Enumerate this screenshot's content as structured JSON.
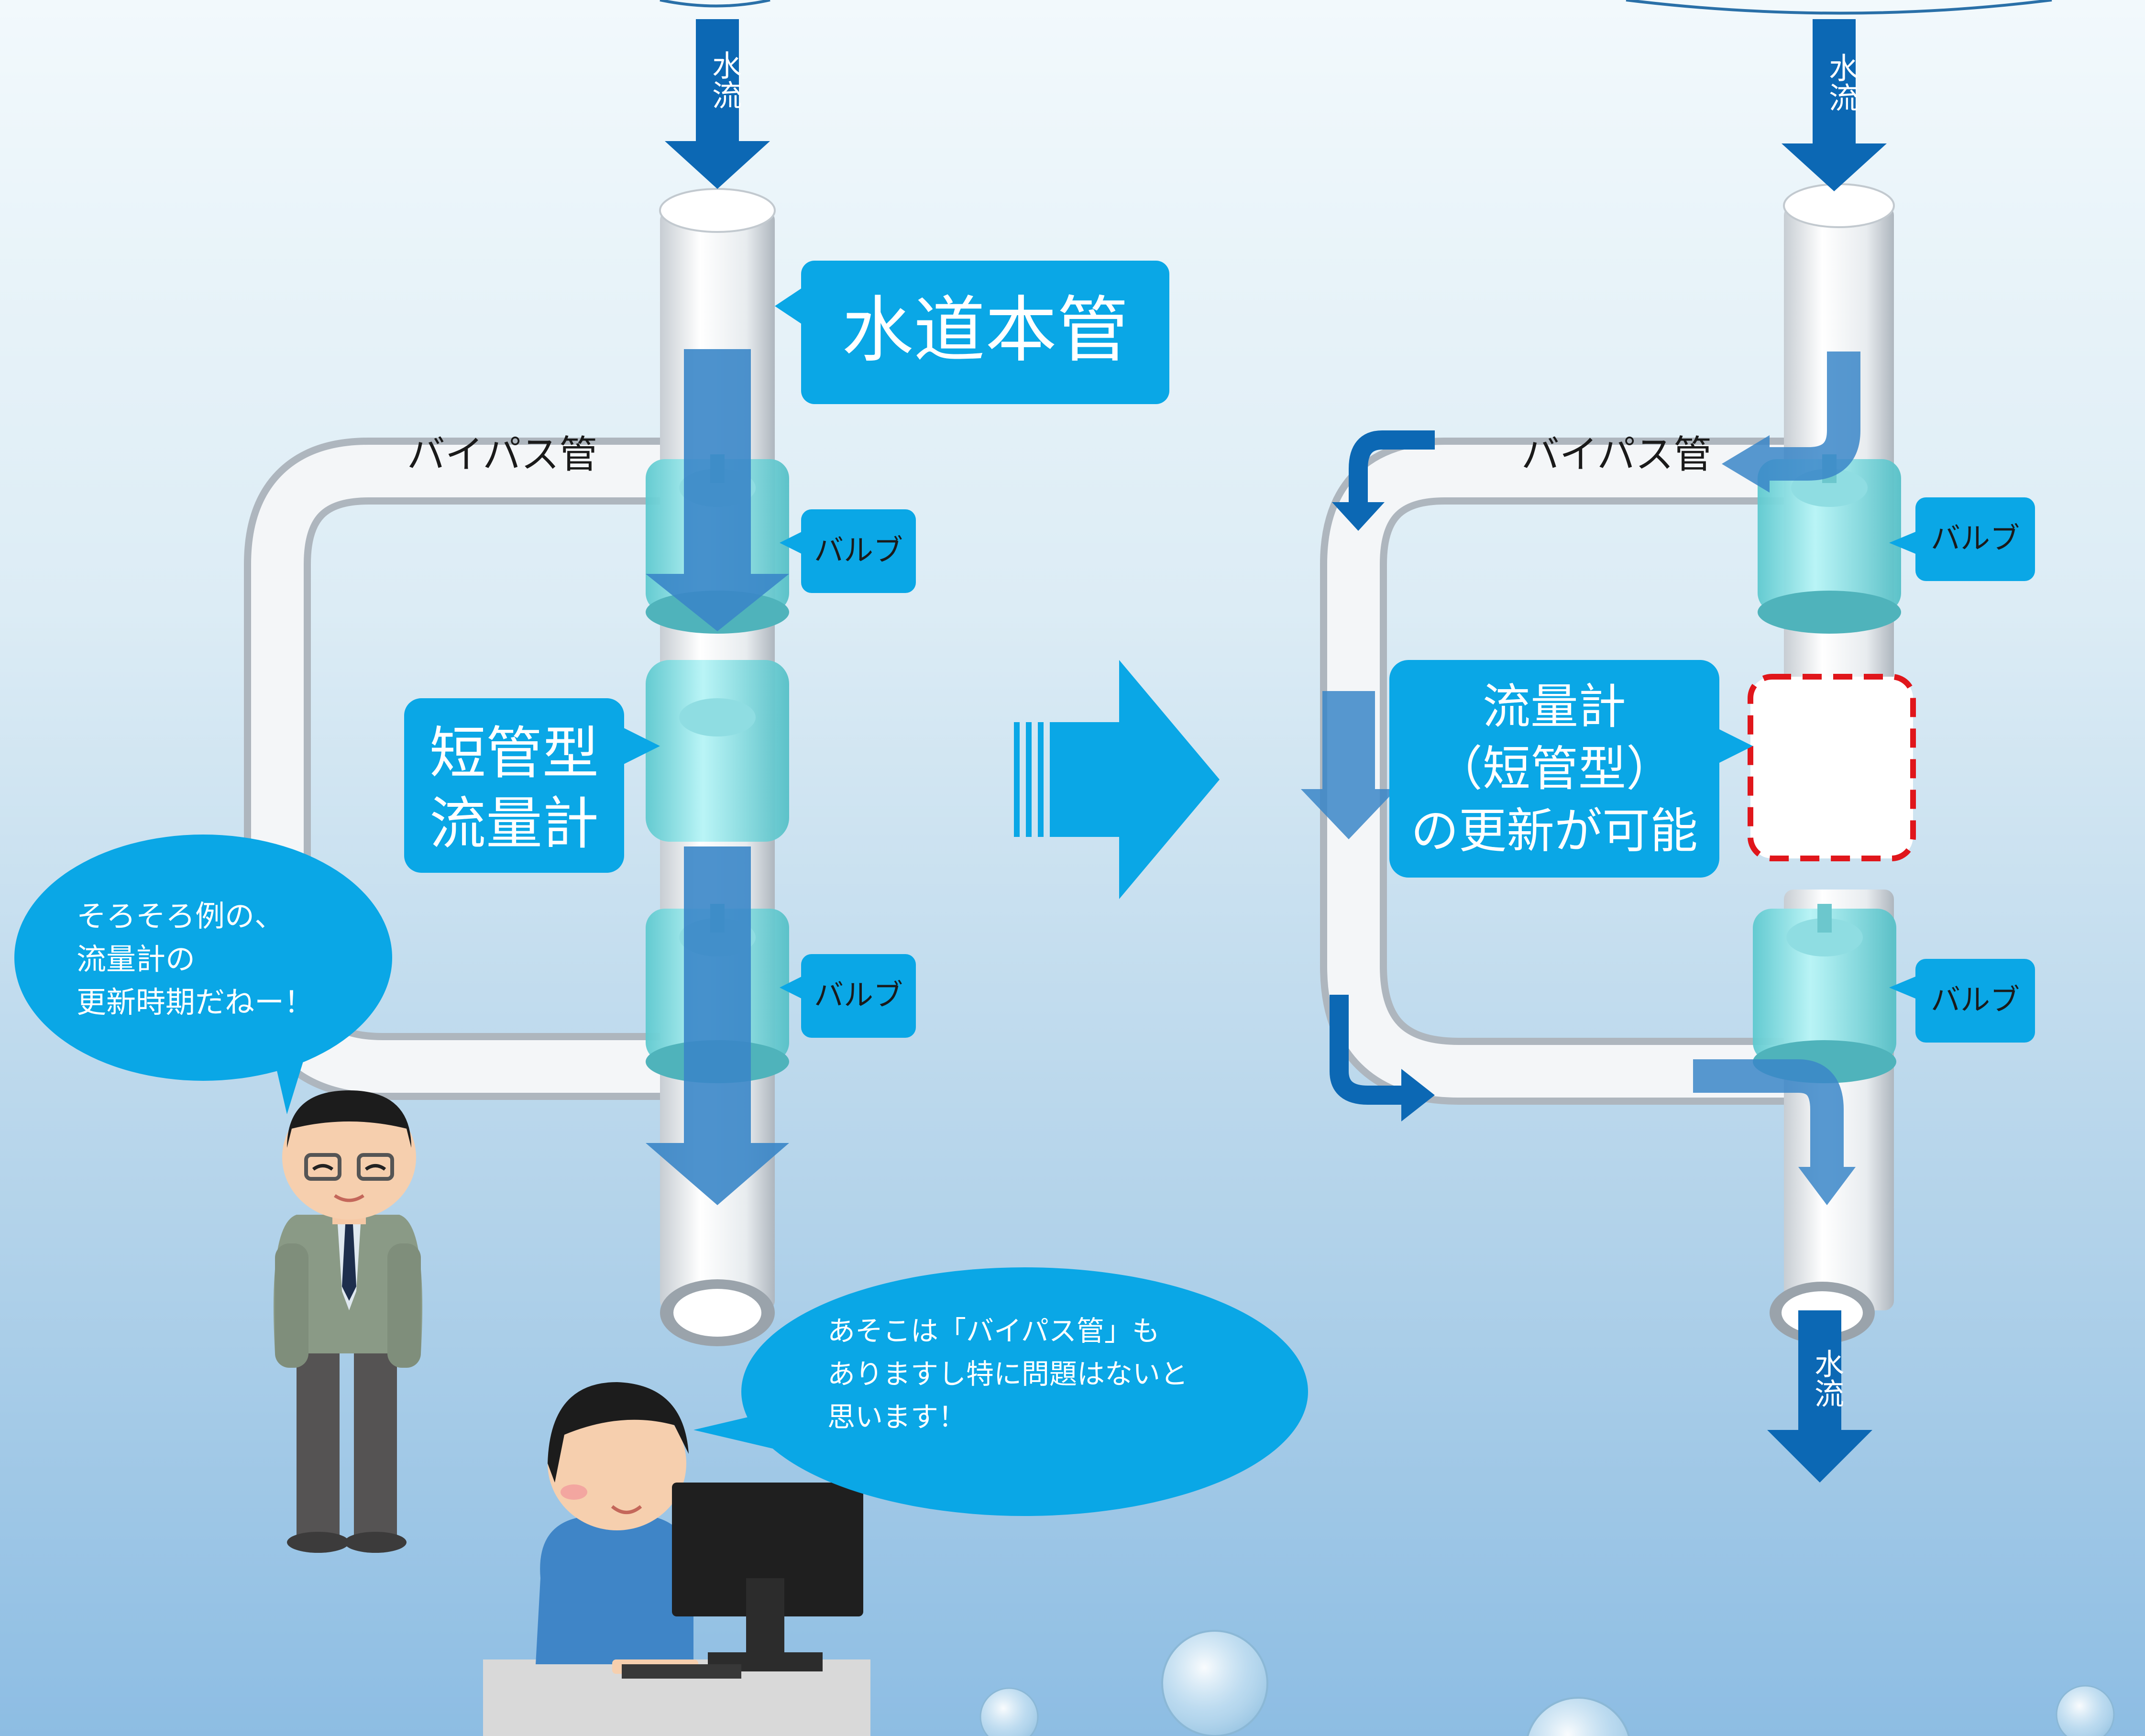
{
  "left": {
    "water_flow_top": "水流",
    "main_pipe_callout": "水道本管",
    "bypass_label": "バイパス管",
    "valve_upper": "バルブ",
    "valve_lower": "バルブ",
    "flowmeter_callout_line1": "短管型",
    "flowmeter_callout_line2": "流量計"
  },
  "right": {
    "water_flow_top": "水流",
    "water_flow_bottom": "水流",
    "bypass_label": "バイパス管",
    "valve_upper": "バルブ",
    "valve_lower": "バルブ",
    "update_callout_line1": "流量計",
    "update_callout_line2": "（短管型）",
    "update_callout_line3": "の更新が可能"
  },
  "speech": {
    "standing_line1": "そろそろ例の、",
    "standing_line2": "流量計の",
    "standing_line3": "更新時期だねー！",
    "desk_line1": "あそこは「バイパス管」も",
    "desk_line2": "ありますし特に問題はないと",
    "desk_line3": "思います！"
  },
  "colors": {
    "callout_blue": "#0aa7e6",
    "arrow_blue": "#0c68b4",
    "flow_arrow": "#3a86c8",
    "valve_cyan": "#7fe6ea",
    "removed_box_border": "#e0161b"
  }
}
